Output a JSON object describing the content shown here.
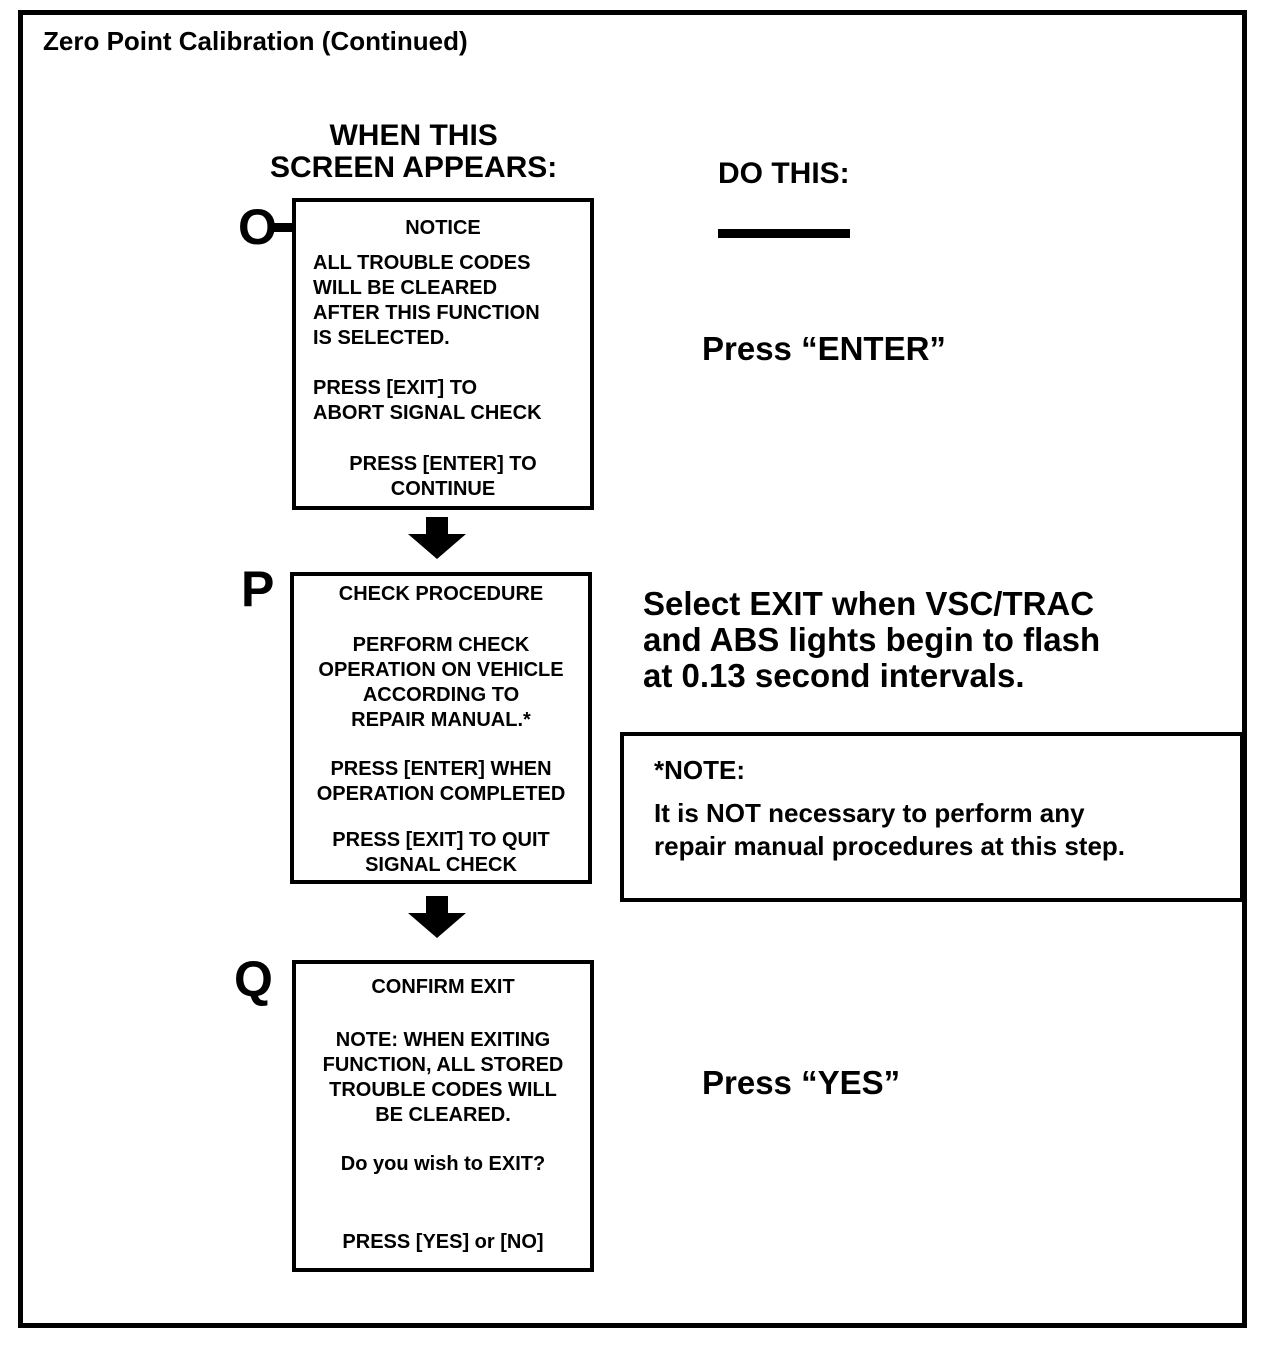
{
  "page": {
    "title": "Zero Point Calibration (Continued)",
    "left_column_header": "WHEN THIS\nSCREEN APPEARS:",
    "right_column_header": "DO THIS:"
  },
  "steps": [
    {
      "label": "O",
      "screen": {
        "title": "NOTICE",
        "paragraphs": [
          "ALL TROUBLE CODES\nWILL BE CLEARED\nAFTER THIS FUNCTION\nIS SELECTED.",
          "PRESS [EXIT] TO\nABORT SIGNAL CHECK",
          "PRESS [ENTER] TO\nCONTINUE"
        ]
      },
      "action": "Press “ENTER”"
    },
    {
      "label": "P",
      "screen": {
        "title": "CHECK PROCEDURE",
        "paragraphs": [
          "PERFORM CHECK\nOPERATION ON VEHICLE\nACCORDING TO\nREPAIR MANUAL.*",
          "PRESS [ENTER] WHEN\nOPERATION COMPLETED",
          "PRESS [EXIT] TO QUIT\nSIGNAL CHECK"
        ]
      },
      "action": "Select EXIT when VSC/TRAC\nand ABS lights begin to flash\nat 0.13 second intervals."
    },
    {
      "label": "Q",
      "screen": {
        "title": "CONFIRM EXIT",
        "paragraphs": [
          "NOTE: WHEN EXITING\nFUNCTION, ALL STORED\nTROUBLE CODES WILL\nBE CLEARED.",
          "Do you wish to EXIT?",
          "PRESS [YES] or [NO]"
        ]
      },
      "action": "Press “YES”"
    }
  ],
  "note": {
    "title": "*NOTE:",
    "body": "It is NOT necessary to perform any\nrepair manual procedures at this step."
  },
  "colors": {
    "ink": "#000000",
    "paper": "#ffffff"
  }
}
